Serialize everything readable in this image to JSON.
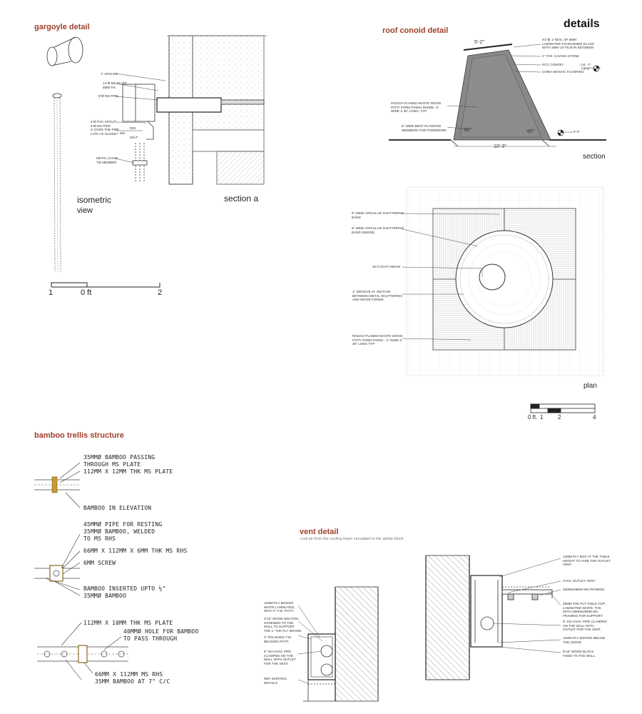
{
  "header": {
    "title": "details"
  },
  "gargoyle": {
    "title": "gargoyle detail",
    "isometric_label": "isometric",
    "view_label": "view",
    "section_label": "section a",
    "notes": {
      "spacer": "1\" SPACER",
      "plate": "14\"Ø MS PLATE\n5MM TH.",
      "pipe": "5\"Ø MS PIPE",
      "spout": "4\"Ø PVC SPOUT\n4\"Ø MS PIPE\nG OVER THE PIPE\nLATE AS GUSSET",
      "rin": "RIN",
      "ms": "MS",
      "msp": "MS P",
      "chain": "METAL CHAIN\nTIE MEMBER"
    },
    "scale": {
      "left": "1",
      "mid": "0 ft",
      "right": "2"
    }
  },
  "roof": {
    "title": "roof conoid detail",
    "section_label": "section",
    "plan_label": "plan",
    "dims": {
      "top": "5'-2\"",
      "bottom": "10'-3\"",
      "angle_left": "80°",
      "angle_right": "60°"
    },
    "levels": {
      "top": "LVL +7\n+ 8'-0\"",
      "ground": "± 0'-0\""
    },
    "section_notes": {
      "glass": "5'2\"Ø, 2 NOS. OF 6MM\nLAMINATED TOUGHENED GLASS\nWITH 3MM UV FILM IN BETWEEN",
      "stone": "1\" THK. KAVADA STONE",
      "rcc": "RCC CONOID",
      "mosaic": "CHINA MOSAIC FLOORING",
      "patti": "ROUGH PLANED WASTE WOOD\nPATTI FORM FINISH INSIDE- 3\"\nWIDE X 36\" LONG, TYP.",
      "plywood": "6\" WIDE BENT PLYWOOD\nMEMBERS FOR FORMWORK"
    },
    "plan_notes": {
      "band": "6\" WIDE CIRCULAR SHUTTERING\nBAND",
      "band_inside": "6\" WIDE CIRCULAR SHUTTERING\nBAND (INSIDE)",
      "skylight": "SKYLIGHT ABOVE",
      "groove": "1\" GROOVE AT JNCTION\nBETWEEN METAL SHUTTERING\nAND WOOD FORMS",
      "patti": "ROUGH PLANED WASTE WOOD\nPATTI FORM FINISH - 3\" WIDE X\n36\" LONG TYP"
    },
    "scale": {
      "zero": "0 ft.",
      "one": "1",
      "two": "2",
      "four": "4"
    }
  },
  "bamboo": {
    "title": "bamboo trellis structure",
    "notes": {
      "n1": "35MMØ BAMBOO PASSING\nTHROUGH MS PLATE",
      "n2": "112MM X 12MM THK MS PLATE",
      "n3": "BAMBOO IN ELEVATION",
      "n4": "45MMØ PIPE FOR RESTING\n35MMØ BAMBOO, WELDED\nTO MS RHS",
      "n5": "66MM X 112MM X 6MM THK MS RHS",
      "n6": "6MM SCREW",
      "n7": "BAMBOO INSERTED UPTO ½\"\n35MMØ BAMBOO",
      "n8": "112MM X 10MM THK MS PLATE",
      "n9": "40MMØ HOLE FOR BAMBOO\nTO PASS THROUGH",
      "n10": "66MM X 112MM MS RHS\n35MM BAMBOO AT 7\" C/C"
    }
  },
  "vent": {
    "title": "vent detail",
    "subtitle": "cool air from the cooling tower circulated to the admin block",
    "left_notes": {
      "n1": "12MM PLY BOXING\nWHITE LAMINATED,\nWITH 2\" T.W. PATTI.",
      "n2": "3\"x6\" WOOD SECTION\nSCREWED TO THE\nWALL TO SUPPORT\nTHE 1\" THK PLY BOARD.",
      "n3": "2\" POLISHED T.W.\nBEADING PATTI.",
      "n4": "6\" DIA HVAC PIPE\nCLAMPED ON THE\nWALL WITH OUTLET\nFOR THE VENT.",
      "n5": "REF SKIRTING\nDETAILS"
    },
    "right_notes": {
      "n1": "12MM PLY BOX AT THE TABLE\nHEIGHT TO HIDE THE OUTLET\nVENT.",
      "n2": "HVAC OUTLET VENT.",
      "n3": "25MMx25MM MS FRAMING.",
      "n4": "25MM THK PLY TABLE TOP ,\nLAMINATED WHITE, THK.\nWITH 25MMx25MM MS\nFRAMING FOR SUPPORT.",
      "n5": "6\" DIA HVAC PIPE CLAMPED\nON THE WALL WITH\nOUTLET FOR THE VENT.",
      "n6": "12MM PLY BOXING BELOW\nTHE LEDGE.",
      "n7": "6\"x6\" WOOD BLOCK\nFIXED TO THE WALL."
    }
  }
}
